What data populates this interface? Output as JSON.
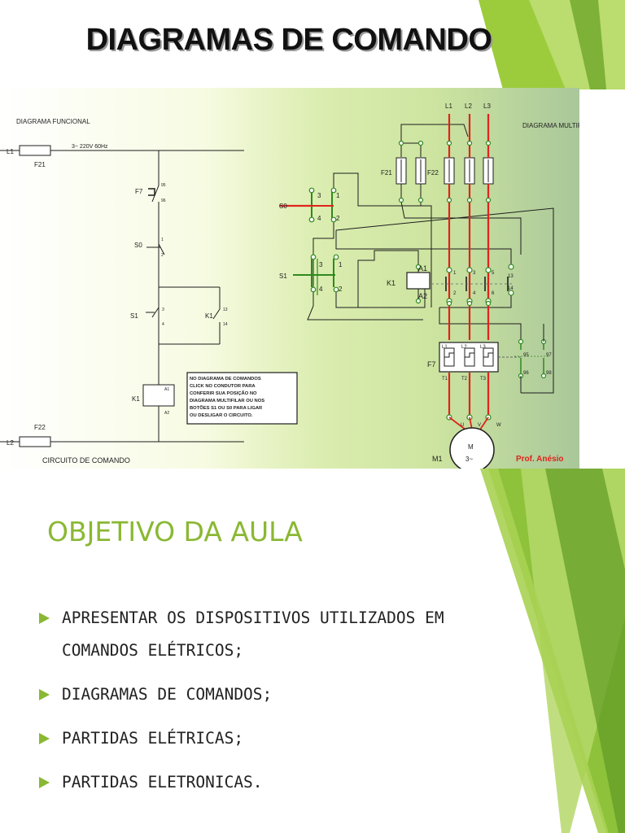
{
  "slide": {
    "title": "DIAGRAMAS DE COMANDO",
    "section_title": "OBJETIVO DA AULA",
    "bullets": [
      "APRESENTAR OS DISPOSITIVOS UTILIZADOS EM COMANDOS ELÉTRICOS;",
      "DIAGRAMAS DE COMANDOS;",
      "PARTIDAS ELÉTRICAS;",
      "PARTIDAS ELETRONICAS."
    ],
    "accent_color": "#8ab833"
  },
  "diagram": {
    "functional": {
      "heading": "DIAGRAMA FUNCIONAL",
      "supply_label": "3~ 220V 60Hz",
      "line1": "L1",
      "line2": "L2",
      "fuse1": "F21",
      "fuse2": "F22",
      "relay": "F7",
      "relay_t1": "95",
      "relay_t2": "96",
      "s0": "S0",
      "s0_t1": "1",
      "s0_t2": "2",
      "s1": "S1",
      "s1_t1": "3",
      "s1_t2": "4",
      "k1_contact": "K1",
      "k1_t1": "13",
      "k1_t2": "14",
      "coil": "K1",
      "coil_a1": "A1",
      "coil_a2": "A2",
      "footer": "CIRCUITO DE COMANDO",
      "note": [
        "NO DIAGRAMA DE COMANDOS",
        "CLICK NO CONDUTOR PARA",
        "CONFERIR SUA POSIÇÃO NO",
        "DIAGRAMA MULTIFILAR OU NOS",
        "BOTÕES S1 OU S0 PARA LIGAR",
        "OU DESLIGAR O CIRCUITO."
      ]
    },
    "multifilar": {
      "heading": "DIAGRAMA MULTIFILAR",
      "lines": [
        "L1",
        "L2",
        "L3"
      ],
      "fuse_left": "F21",
      "fuse_right": "F22",
      "s0": "S0",
      "s1": "S1",
      "pb_t3": "3",
      "pb_t1": "1",
      "pb_t4": "4",
      "pb_t2": "2",
      "s1_t3": "3",
      "s1_t1": "1",
      "s1_t4": "4",
      "s1_t2": "2",
      "coil": "K1",
      "coil_a1": "A1",
      "coil_a2": "A2",
      "contact_top": [
        "1",
        "3",
        "5",
        "13"
      ],
      "contact_bottom": [
        "2",
        "4",
        "6",
        "14"
      ],
      "overload": "F7",
      "ol_top": [
        "L1",
        "L2",
        "L3"
      ],
      "ol_bottom": [
        "T1",
        "T2",
        "T3"
      ],
      "aux_top": [
        "95",
        "97"
      ],
      "aux_bottom": [
        "96",
        "98"
      ],
      "motor_terminals": [
        "U",
        "V",
        "W"
      ],
      "motor": "M1",
      "motor_symbol": "M",
      "motor_type": "3~",
      "author": "Prof. Anésio",
      "colors": {
        "power": "#e0231c",
        "control": "#2f8a1e",
        "wire": "#1d1d1d"
      }
    }
  }
}
